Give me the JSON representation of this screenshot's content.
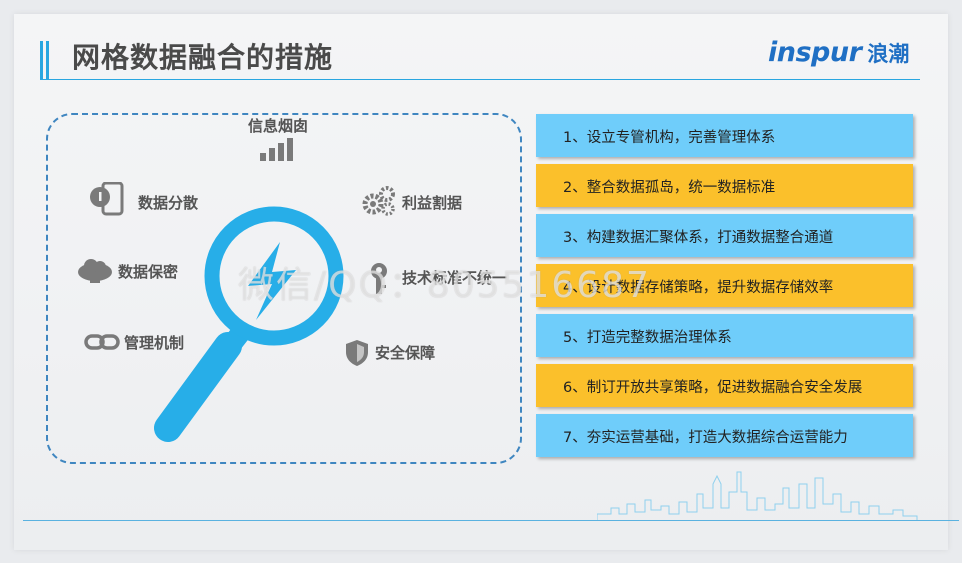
{
  "title": "网格数据融合的措施",
  "logo": {
    "brand": "inspur",
    "brand_cn": "浪潮"
  },
  "problems": {
    "signal": "信息烟囱",
    "scatter": "数据分散",
    "interest": "利益割据",
    "secrecy": "数据保密",
    "standard": "技术标准不统一",
    "mechanism": "管理机制",
    "safety": "安全保障"
  },
  "steps": [
    {
      "text": "1、设立专管机构，完善管理体系",
      "color": "blue"
    },
    {
      "text": "2、整合数据孤岛，统一数据标准",
      "color": "gold"
    },
    {
      "text": "3、构建数据汇聚体系，打通数据整合通道",
      "color": "blue"
    },
    {
      "text": "4、设计数据存储策略，提升数据存储效率",
      "color": "gold"
    },
    {
      "text": "5、打造完整数据治理体系",
      "color": "blue"
    },
    {
      "text": "6、制订开放共享策略，促进数据融合安全发展",
      "color": "gold"
    },
    {
      "text": "7、夯实运营基础，打造大数据综合运营能力",
      "color": "blue"
    }
  ],
  "watermark": "微信/QQ：805516687",
  "colors": {
    "accent": "#29a6e0",
    "blue_box": "#6fcdfa",
    "gold_box": "#fbc02b",
    "logo": "#1f6fc4",
    "icon": "#7a7a7a"
  }
}
